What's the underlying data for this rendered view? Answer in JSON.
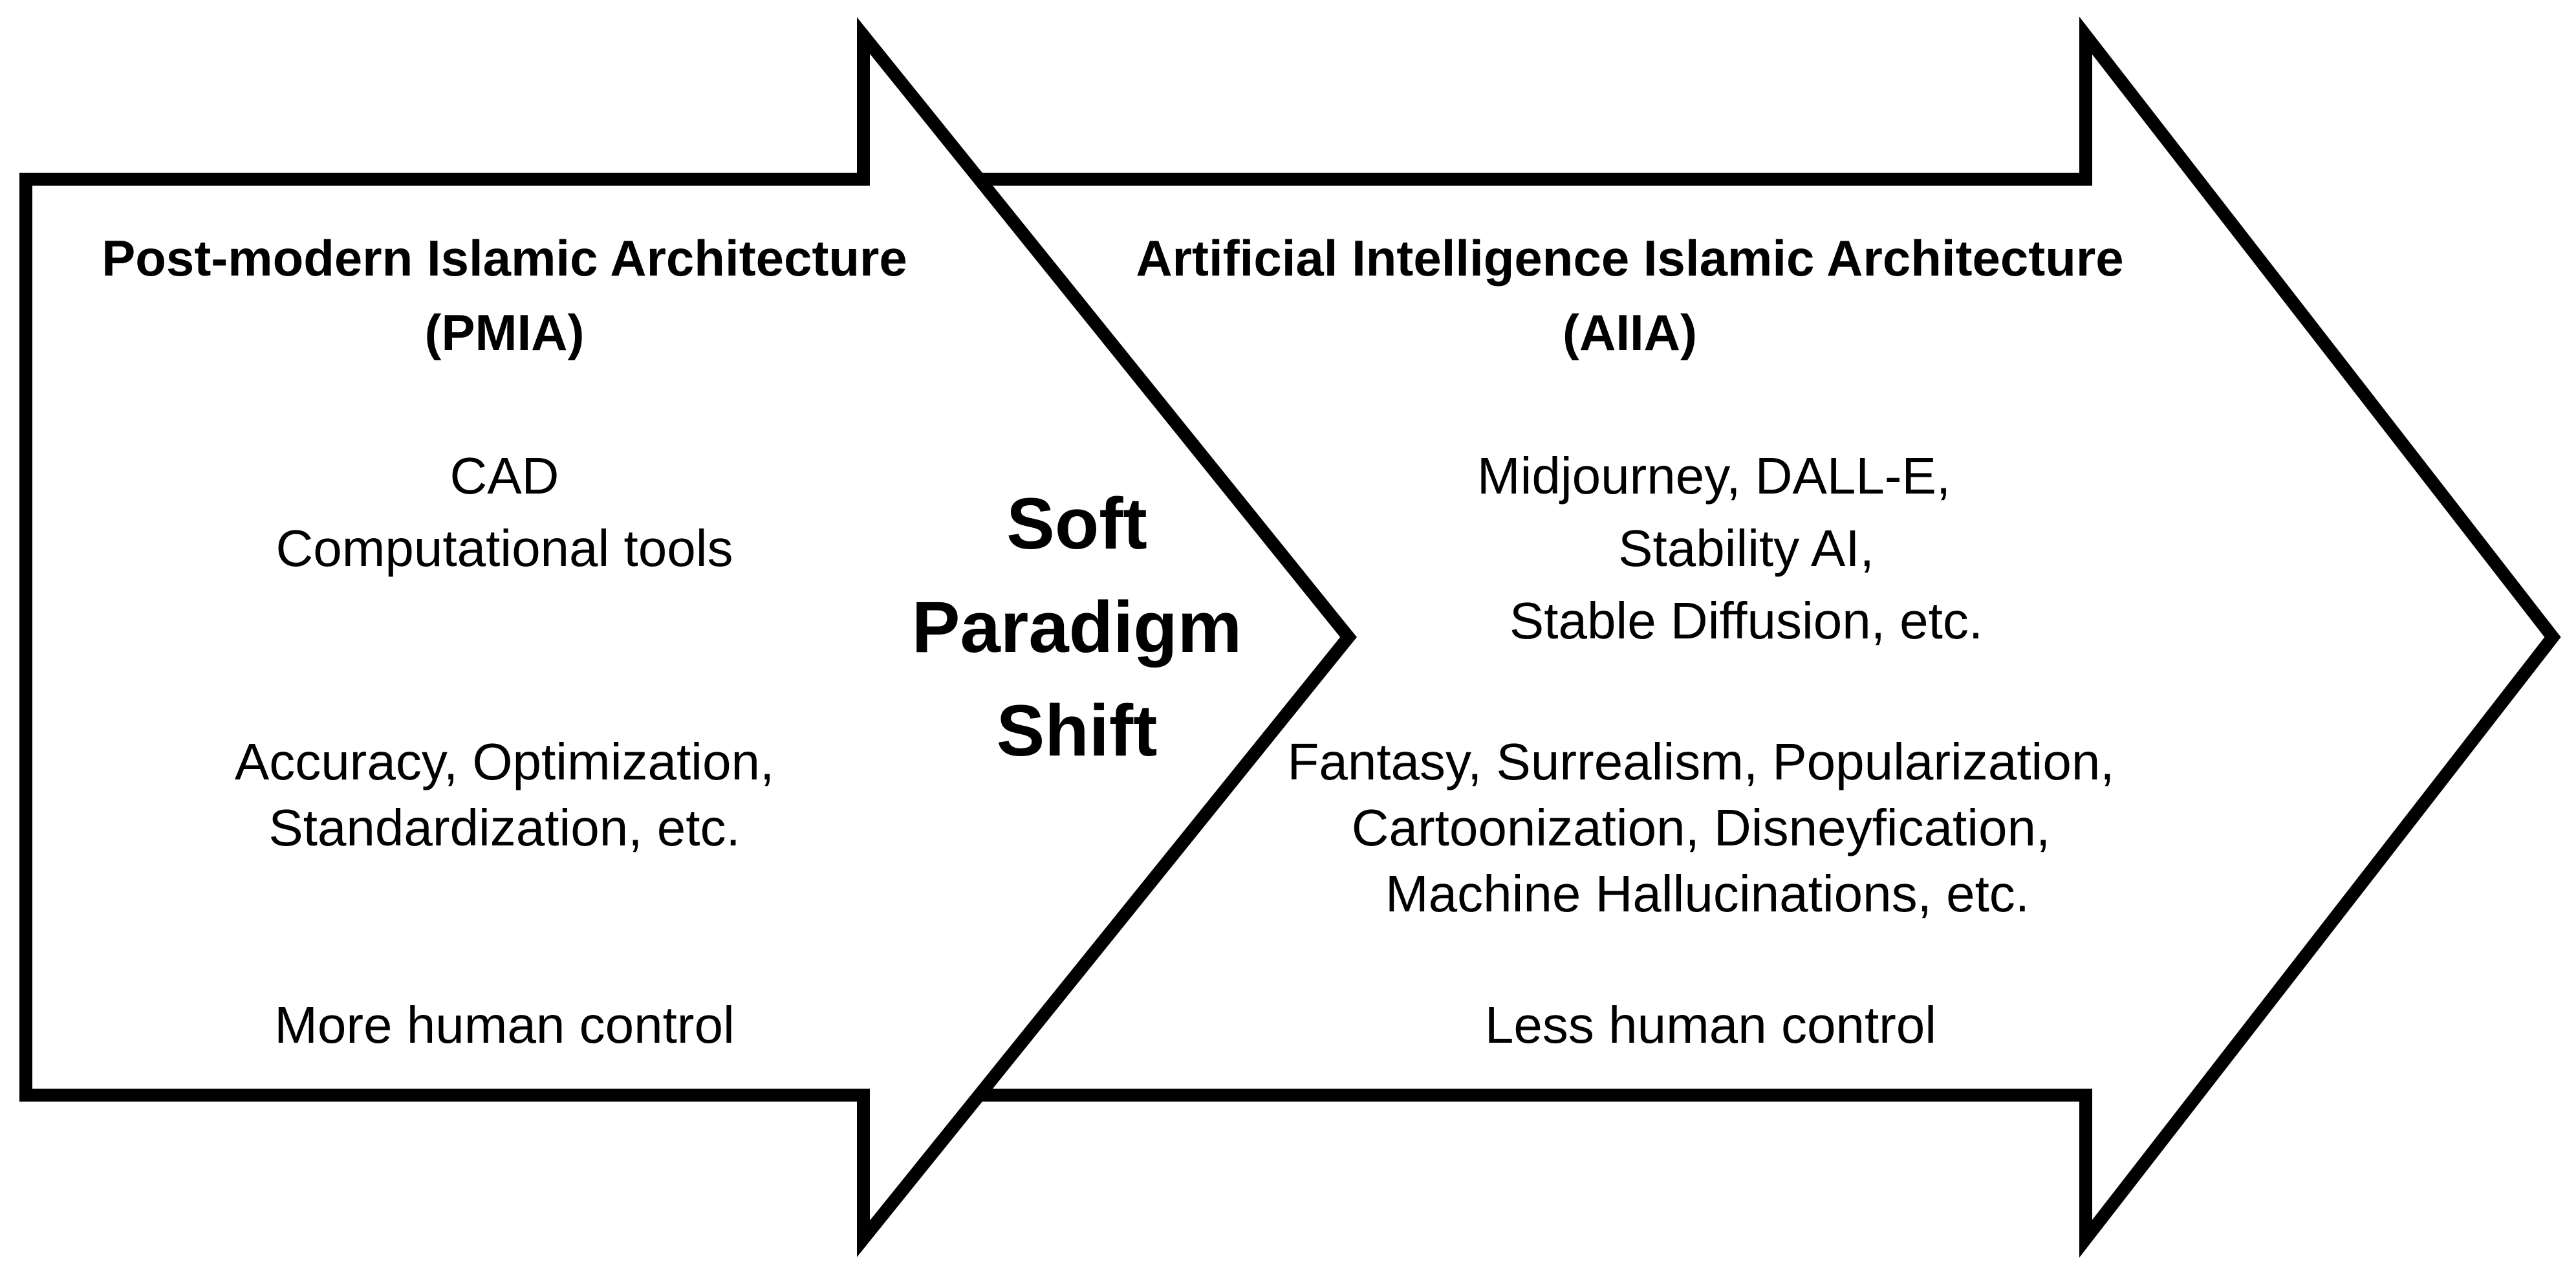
{
  "colors": {
    "stroke": "#000000",
    "fill": "#ffffff",
    "text": "#000000"
  },
  "left_arrow": {
    "title_line1": "Post-modern Islamic Architecture",
    "title_line2": "(PMIA)",
    "tools_line1": "CAD",
    "tools_line2": "Computational tools",
    "qualities_line1": "Accuracy, Optimization,",
    "qualities_line2": "Standardization, etc.",
    "control": "More human control"
  },
  "center": {
    "line1": "Soft",
    "line2": "Paradigm",
    "line3": "Shift"
  },
  "right_arrow": {
    "title_line1": "Artificial Intelligence Islamic Architecture",
    "title_line2": "(AIIA)",
    "tools_line1": "Midjourney, DALL-E,",
    "tools_line2": "Stability AI,",
    "tools_line3": "Stable Diffusion, etc.",
    "qualities_line1": "Fantasy, Surrealism, Popularization,",
    "qualities_line2": "Cartoonization, Disneyfication,",
    "qualities_line3": "Machine Hallucinations, etc.",
    "control": "Less human control"
  }
}
